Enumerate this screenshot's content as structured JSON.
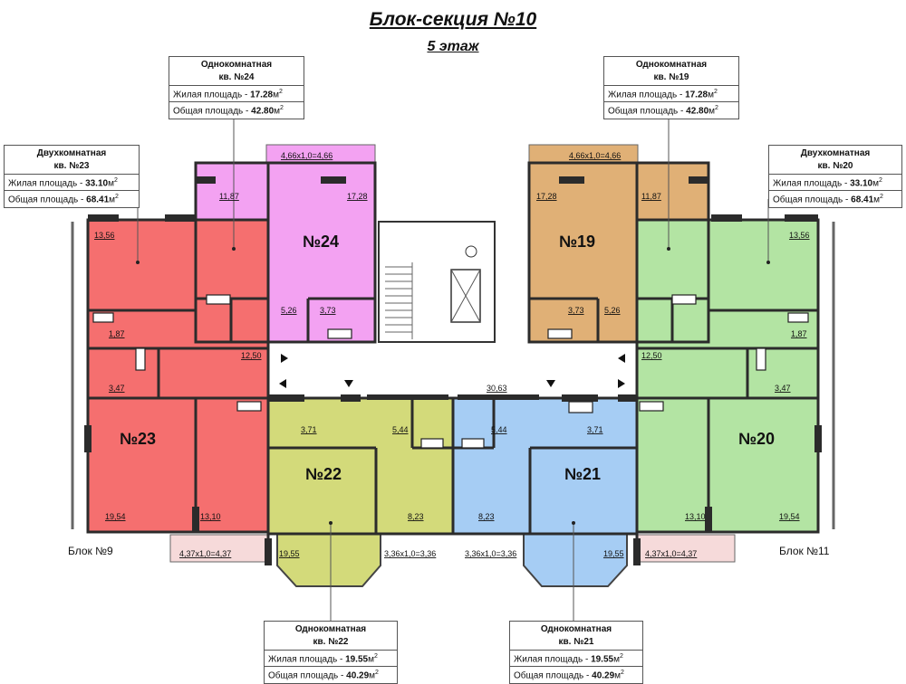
{
  "header": {
    "title": "Блок-секция №10",
    "floor": "5 этаж"
  },
  "labels": {
    "living_area": "Жилая площадь - ",
    "total_area": "Общая площадь - ",
    "unit": "м",
    "unit_sup": "2"
  },
  "apartments": {
    "a24": {
      "type": "Однокомнатная",
      "number": "кв. №24",
      "living": "17.28",
      "total": "42.80",
      "plan_label": "№24"
    },
    "a19": {
      "type": "Однокомнатная",
      "number": "кв. №19",
      "living": "17.28",
      "total": "42.80",
      "plan_label": "№19"
    },
    "a23": {
      "type": "Двухкомнатная",
      "number": "кв. №23",
      "living": "33.10",
      "total": "68.41",
      "plan_label": "№23"
    },
    "a20": {
      "type": "Двухкомнатная",
      "number": "кв. №20",
      "living": "33.10",
      "total": "68.41",
      "plan_label": "№20"
    },
    "a22": {
      "type": "Однокомнатная",
      "number": "кв. №22",
      "living": "19.55",
      "total": "40.29",
      "plan_label": "№22"
    },
    "a21": {
      "type": "Однокомнатная",
      "number": "кв. №21",
      "living": "19.55",
      "total": "40.29",
      "plan_label": "№21"
    }
  },
  "neighbors": {
    "left": "Блок №9",
    "right": "Блок №11"
  },
  "rooms": {
    "a24": {
      "balcony": "4,66x1,0=4,66",
      "kitchen": "11,87",
      "room": "17,28",
      "hall": "5,26",
      "bath": "3,73"
    },
    "a19": {
      "balcony": "4,66x1,0=4,66",
      "room": "17,28",
      "kitchen": "11,87",
      "bath": "3,73",
      "hall": "5,26"
    },
    "a23": {
      "kitchen": "13,56",
      "wc": "1,87",
      "bath": "3,47",
      "hall": "12,50",
      "room1": "19,54",
      "room2": "13,10",
      "balcony": "4,37x1,0=4,37"
    },
    "a20": {
      "kitchen": "13,56",
      "wc": "1,87",
      "bath": "3,47",
      "hall": "12,50",
      "room1": "19,54",
      "room2": "13,10",
      "balcony": "4,37x1,0=4,37"
    },
    "a22": {
      "bath": "3,71",
      "hall": "5,44",
      "kitchen": "8,23",
      "room": "19,55",
      "balcony": "3,36x1,0=3,36"
    },
    "a21": {
      "hall": "5,44",
      "bath": "3,71",
      "kitchen": "8,23",
      "room": "19,55",
      "balcony": "3,36x1,0=3,36"
    },
    "corridor": "30,63"
  },
  "colors": {
    "a24": "#f3a2f2",
    "a19": "#e0b076",
    "a23": "#f56f6f",
    "a20": "#b3e4a3",
    "a22": "#d3da7a",
    "a21": "#a6cdf4",
    "wall": "#2b2b2b",
    "balcony": "#f3d7d7"
  }
}
